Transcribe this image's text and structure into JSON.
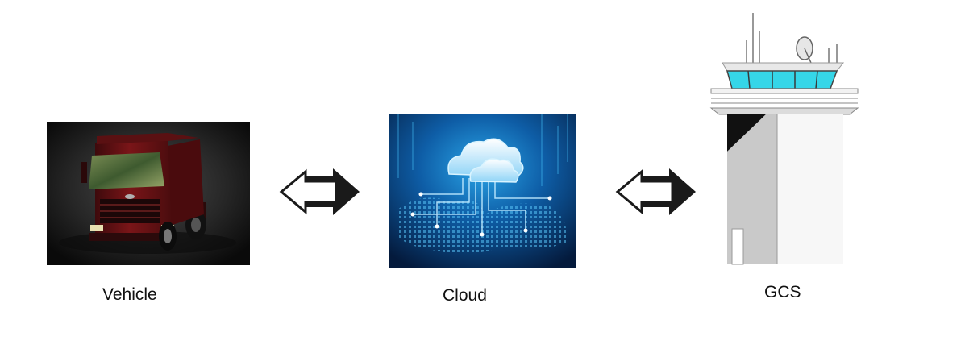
{
  "diagram": {
    "nodes": [
      {
        "id": "vehicle",
        "label": "Vehicle",
        "icon": "truck-image"
      },
      {
        "id": "cloud",
        "label": "Cloud",
        "icon": "cloud-network-image"
      },
      {
        "id": "gcs",
        "label": "GCS",
        "icon": "control-tower-image"
      }
    ],
    "connections": [
      {
        "from": "vehicle",
        "to": "cloud",
        "direction": "bidirectional"
      },
      {
        "from": "cloud",
        "to": "gcs",
        "direction": "bidirectional"
      }
    ],
    "colors": {
      "arrow_fill": "#1a1a1a",
      "truck_body": "#6b1214",
      "cloud_bg": "#0b3a6e",
      "tower_glass": "#35d6e8"
    }
  }
}
